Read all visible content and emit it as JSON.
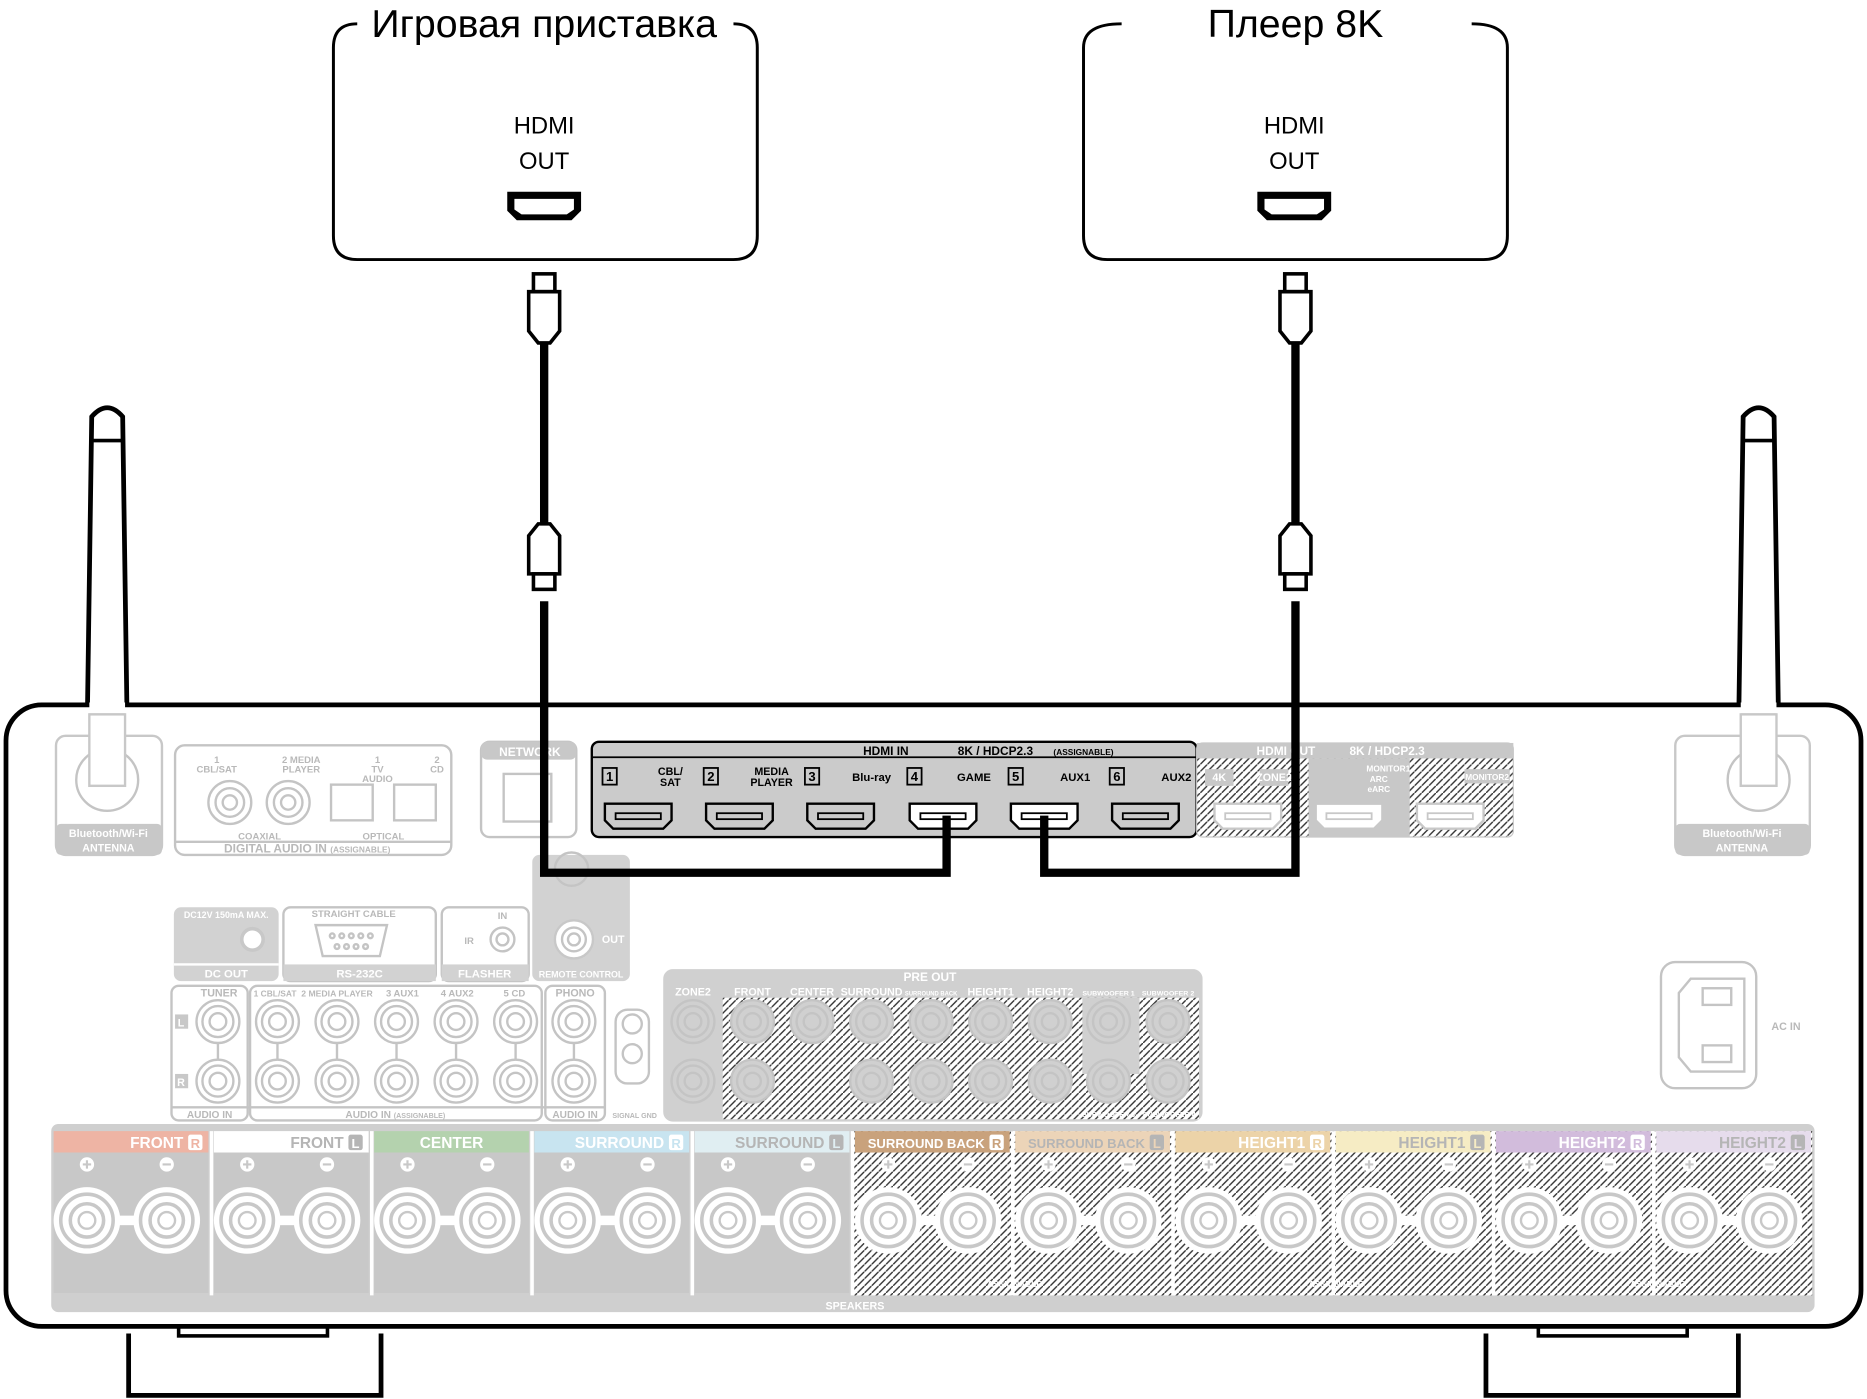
{
  "devices": [
    {
      "title": "Игровая приставка",
      "port_line1": "HDMI",
      "port_line2": "OUT"
    },
    {
      "title": "Плеер 8K",
      "port_line1": "HDMI",
      "port_line2": "OUT"
    }
  ],
  "antenna_label_1": "Bluetooth/Wi-Fi",
  "antenna_label_2": "ANTENNA",
  "digital_audio": {
    "coax1_num": "1",
    "coax1": "CBL/SAT",
    "coax2": "2 MEDIA",
    "coax2b": "PLAYER",
    "opt1_num": "1",
    "opt1": "TV",
    "opt1b": "AUDIO",
    "opt2_num": "2",
    "opt2": "CD",
    "coaxial": "COAXIAL",
    "optical": "OPTICAL",
    "title": "DIGITAL AUDIO IN",
    "note": "(ASSIGNABLE)"
  },
  "network": "NETWORK",
  "hdmi_in": {
    "title": "HDMI IN",
    "spec": "8K / HDCP2.3",
    "note": "(ASSIGNABLE)",
    "inputs": [
      {
        "num": "1",
        "label": "CBL/",
        "label2": "SAT"
      },
      {
        "num": "2",
        "label": "MEDIA",
        "label2": "PLAYER"
      },
      {
        "num": "3",
        "label": "Blu-ray",
        "label2": ""
      },
      {
        "num": "4",
        "label": "GAME",
        "label2": ""
      },
      {
        "num": "5",
        "label": "AUX1",
        "label2": ""
      },
      {
        "num": "6",
        "label": "AUX2",
        "label2": ""
      }
    ]
  },
  "hdmi_out": {
    "title": "HDMI OUT",
    "spec": "8K / HDCP2.3",
    "outputs": [
      "4K",
      "ZONE2",
      "MONITOR1",
      "ARC",
      "eARC",
      "MONITOR2"
    ]
  },
  "dc_out": {
    "spec": "DC12V 150mA MAX.",
    "label": "DC OUT"
  },
  "rs232": {
    "note": "STRAIGHT CABLE",
    "label": "RS-232C"
  },
  "flasher": {
    "in": "IN",
    "ir": "IR",
    "label": "FLASHER"
  },
  "remote": {
    "out": "OUT",
    "label": "REMOTE CONTROL"
  },
  "audio_in": {
    "tuner": "TUNER",
    "l": "L",
    "r": "R",
    "label": "AUDIO IN",
    "assignable": [
      "1 CBL/SAT",
      "2 MEDIA PLAYER",
      "3 AUX1",
      "4 AUX2",
      "5 CD"
    ],
    "assignable_label": "AUDIO IN",
    "assignable_note": "(ASSIGNABLE)",
    "phono": "PHONO",
    "signal_gnd": "SIGNAL GND"
  },
  "pre_out": {
    "title": "PRE OUT",
    "zone2": "ZONE2",
    "channels": [
      "FRONT",
      "CENTER",
      "SURROUND",
      "SURROUND BACK",
      "HEIGHT1",
      "HEIGHT2",
      "SUBWOOFER 1",
      "SUBWOOFER 2"
    ],
    "sub_bottom": [
      "SUBWOOFER 3",
      "SUBWOOFER 4"
    ]
  },
  "ac_in": "AC IN",
  "speakers": {
    "title": "SPEAKERS",
    "assignable": "ASSIGNABLE",
    "channels": [
      {
        "label": "FRONT",
        "side": "R",
        "color": "#eeb4a4"
      },
      {
        "label": "FRONT",
        "side": "L",
        "color": "#ffffff"
      },
      {
        "label": "CENTER",
        "side": "",
        "color": "#b4d2ae"
      },
      {
        "label": "SURROUND",
        "side": "R",
        "color": "#c8e4f0"
      },
      {
        "label": "SURROUND",
        "side": "L",
        "color": "#e0eef2"
      },
      {
        "label": "SURROUND BACK",
        "side": "R",
        "color": "#c9a27c"
      },
      {
        "label": "SURROUND BACK",
        "side": "L",
        "color": "#ecd4b8"
      },
      {
        "label": "HEIGHT1",
        "side": "R",
        "color": "#ecd3a8"
      },
      {
        "label": "HEIGHT1",
        "side": "L",
        "color": "#f6ecc4"
      },
      {
        "label": "HEIGHT2",
        "side": "R",
        "color": "#d2bcdc"
      },
      {
        "label": "HEIGHT2",
        "side": "L",
        "color": "#e6dcec"
      }
    ]
  }
}
